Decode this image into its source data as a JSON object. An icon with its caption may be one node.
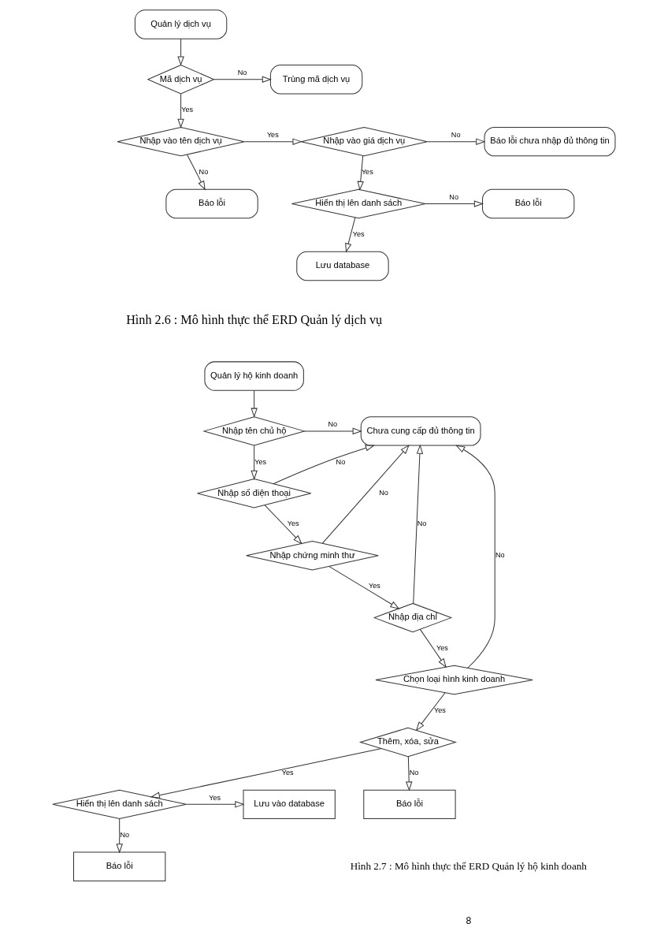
{
  "diagram": {
    "nodes": [
      {
        "text": [
          "Quản lý dịch vụ"
        ]
      },
      {
        "text": [
          "Mã dịch vụ"
        ]
      },
      {
        "text": [
          "Trùng mã dịch vụ"
        ]
      },
      {
        "text": [
          "Nhập vào tên dịch vụ"
        ]
      },
      {
        "text": [
          "Nhập vào giá dịch vụ"
        ]
      },
      {
        "text": [
          "Báo lỗi chưa nhập đủ thông tin"
        ]
      },
      {
        "text": [
          "Báo lỗi"
        ]
      },
      {
        "text": [
          "Hiển thị lên danh sách"
        ]
      },
      {
        "text": [
          "Báo lỗi"
        ]
      },
      {
        "text": [
          "Lưu database"
        ]
      },
      {
        "text": [
          "Quản lý hộ kinh doanh"
        ]
      },
      {
        "text": [
          "Nhập tên chủ hộ"
        ]
      },
      {
        "text": [
          "Chưa cung cấp đủ thông tin"
        ]
      },
      {
        "text": [
          "Nhập số điện thoại"
        ]
      },
      {
        "text": [
          "Nhập chứng minh thư"
        ]
      },
      {
        "text": [
          "Nhập địa chỉ"
        ]
      },
      {
        "text": [
          "Chọn loại hình kinh doanh"
        ]
      },
      {
        "text": [
          "Báo lỗi"
        ]
      },
      {
        "text": [
          "Hiển thị lên danh sách"
        ]
      },
      {
        "text": [
          "Lưu vào database"
        ]
      },
      {
        "text": [
          "Thêm, xóa, sửa"
        ]
      },
      {
        "text": [
          "Báo lỗi"
        ]
      }
    ],
    "edges": [
      {
        "from": 0,
        "to": 1,
        "arrow": "to"
      },
      {
        "from": 1,
        "to": 2,
        "arrow": "to",
        "label": "No"
      },
      {
        "from": 1,
        "to": 3,
        "arrow": "to",
        "label": "Yes"
      },
      {
        "from": 3,
        "to": 4,
        "arrow": "to",
        "label": "Yes"
      },
      {
        "from": 4,
        "to": 5,
        "arrow": "to",
        "label": "No"
      },
      {
        "from": 3,
        "to": 6,
        "arrow": "to",
        "label": "No"
      },
      {
        "from": 4,
        "to": 7,
        "arrow": "to",
        "label": "Yes"
      },
      {
        "from": 7,
        "to": 8,
        "arrow": "to",
        "label": "No"
      },
      {
        "from": 7,
        "to": 9,
        "arrow": "to",
        "label": "Yes"
      },
      {
        "from": 10,
        "to": 11,
        "arrow": "to"
      },
      {
        "from": 11,
        "to": 12,
        "arrow": "to",
        "label": "No"
      },
      {
        "from": 11,
        "to": 13,
        "arrow": "to",
        "label": "Yes"
      },
      {
        "from": 13,
        "to": 12,
        "arrow": "to",
        "label": "No"
      },
      {
        "from": 13,
        "to": 14,
        "arrow": "to",
        "label": "Yes"
      },
      {
        "from": 14,
        "to": 12,
        "arrow": "to",
        "label": "No"
      },
      {
        "from": 14,
        "to": 15,
        "arrow": "to",
        "label": "Yes"
      },
      {
        "from": 15,
        "to": 12,
        "arrow": "to",
        "label": "No"
      },
      {
        "from": 15,
        "to": 16,
        "arrow": "to",
        "label": "Yes"
      },
      {
        "from": 16,
        "to": 12,
        "arrow": "to",
        "label": "No"
      },
      {
        "from": 16,
        "to": 20,
        "arrow": "to",
        "label": "Yes"
      },
      {
        "from": 20,
        "to": 18,
        "arrow": "to",
        "label": "Yes"
      },
      {
        "from": 18,
        "to": 17,
        "arrow": "to",
        "label": "No"
      },
      {
        "from": 18,
        "to": 19,
        "arrow": "to",
        "label": "Yes"
      },
      {
        "from": 20,
        "to": 21,
        "arrow": "to",
        "label": "No"
      }
    ],
    "labels": [
      "Hình 2.6 : Mô hình thực thể ERD Quản lý dịch vụ",
      "Hình 2.7 : Mô hình thực thể ERD Quản lý hộ kinh doanh",
      "8"
    ]
  }
}
